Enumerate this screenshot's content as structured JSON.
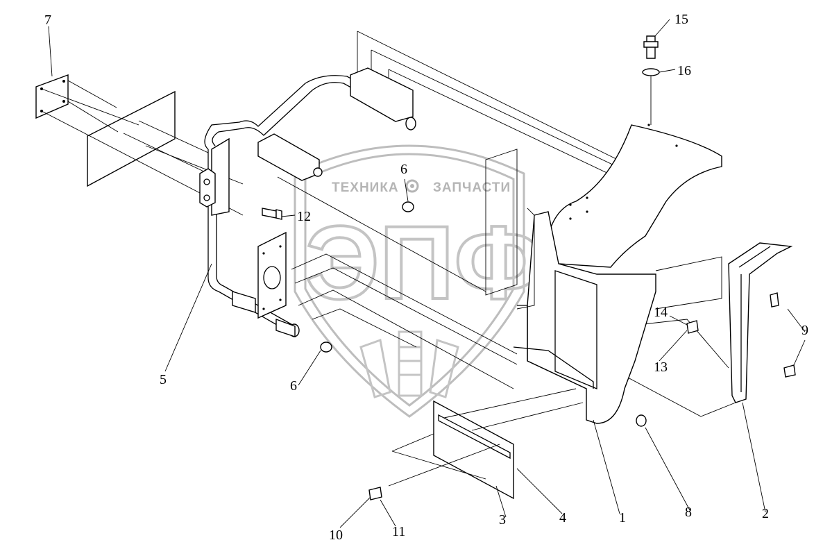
{
  "watermark": {
    "text_left": "ТЕХНИКА",
    "text_right": "ЗАПЧАСТИ",
    "big_text": "ЭПФ",
    "gear_icon": "gear-icon"
  },
  "callouts": [
    {
      "id": "c1",
      "number": "1"
    },
    {
      "id": "c2",
      "number": "2"
    },
    {
      "id": "c3",
      "number": "3"
    },
    {
      "id": "c4",
      "number": "4"
    },
    {
      "id": "c5",
      "number": "5"
    },
    {
      "id": "c6a",
      "number": "6"
    },
    {
      "id": "c6b",
      "number": "6"
    },
    {
      "id": "c7",
      "number": "7"
    },
    {
      "id": "c8",
      "number": "8"
    },
    {
      "id": "c9",
      "number": "9"
    },
    {
      "id": "c10",
      "number": "10"
    },
    {
      "id": "c11",
      "number": "11"
    },
    {
      "id": "c12",
      "number": "12"
    },
    {
      "id": "c13",
      "number": "13"
    },
    {
      "id": "c14",
      "number": "14"
    },
    {
      "id": "c15",
      "number": "15"
    },
    {
      "id": "c16",
      "number": "16"
    }
  ]
}
